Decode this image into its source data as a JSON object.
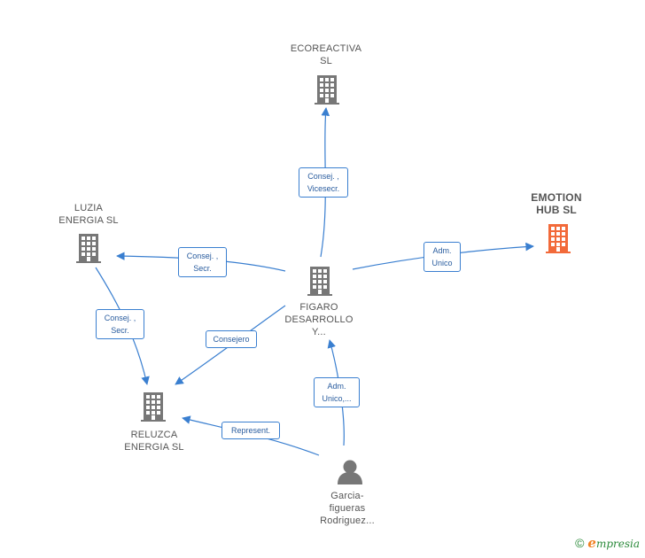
{
  "nodes": {
    "ecoreactiva": {
      "line1": "ECOREACTIVA",
      "line2": "SL",
      "color": "#777777"
    },
    "luzia": {
      "line1": "LUZIA",
      "line2": "ENERGIA  SL",
      "color": "#777777"
    },
    "emotion": {
      "line1": "EMOTION",
      "line2": "HUB  SL",
      "color": "#f26a3a"
    },
    "figaro": {
      "line1": "FIGARO",
      "line2": "DESARROLLO",
      "line3": "Y...",
      "color": "#777777"
    },
    "reluzca": {
      "line1": "RELUZCA",
      "line2": "ENERGIA  SL",
      "color": "#777777"
    },
    "garcia": {
      "line1": "Garcia-",
      "line2": "figueras",
      "line3": "Rodriguez...",
      "color": "#777777"
    }
  },
  "edges": {
    "figaro_ecoreactiva": {
      "line1": "Consej. ,",
      "line2": "Vicesecr."
    },
    "figaro_luzia": {
      "line1": "Consej. ,",
      "line2": "Secr."
    },
    "figaro_emotion": {
      "line1": "Adm.",
      "line2": "Unico"
    },
    "luzia_reluzca": {
      "line1": "Consej. ,",
      "line2": "Secr."
    },
    "figaro_reluzca": {
      "line1": "Consejero"
    },
    "garcia_figaro": {
      "line1": "Adm.",
      "line2": "Unico,..."
    },
    "garcia_reluzca": {
      "line1": "Represent."
    }
  },
  "colors": {
    "edge": "#3a7fd0",
    "building": "#777777",
    "focus_building": "#f26a3a",
    "person": "#777777"
  },
  "brand": {
    "copyright": "©",
    "e": "e",
    "rest": "mpresia"
  }
}
